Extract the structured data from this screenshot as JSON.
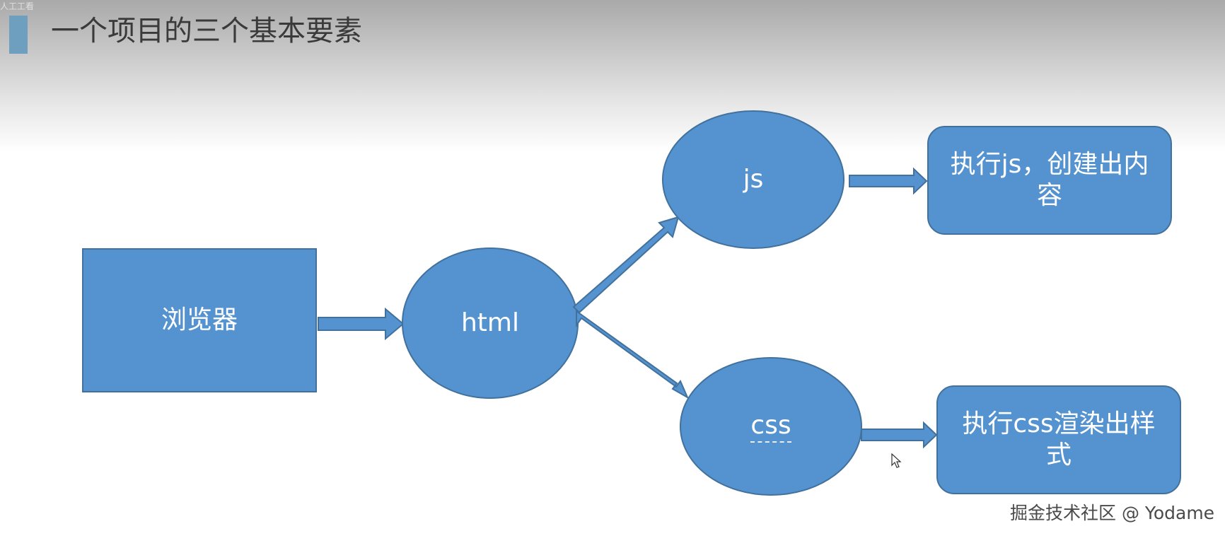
{
  "slide": {
    "title": "一个项目的三个基本要素",
    "corner_text": "人工工看"
  },
  "diagram": {
    "nodes": {
      "browser": "浏览器",
      "html": "html",
      "js": "js",
      "css": "css",
      "js_result": "执行js，创建出内容",
      "css_result": "执行css渲染出样式"
    },
    "colors": {
      "node_fill": "#5593d0",
      "node_stroke": "#41719c",
      "text": "#ffffff"
    }
  },
  "watermark": "掘金技术社区 @ Yodame"
}
